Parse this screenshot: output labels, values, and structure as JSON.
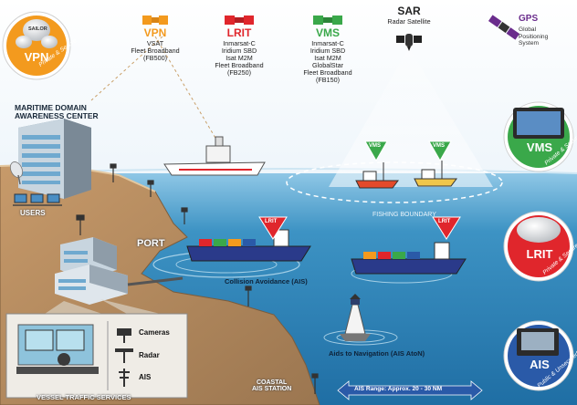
{
  "satellites": {
    "vpn": {
      "title": "VPN",
      "lines": [
        "VSAT",
        "Fleet Broadband",
        "(FB500)"
      ],
      "color": "#f39a1e"
    },
    "lrit": {
      "title": "LRIT",
      "lines": [
        "Inmarsat-C",
        "Iridium SBD",
        "Isat M2M",
        "Fleet Broadband",
        "(FB250)"
      ],
      "color": "#e0262c"
    },
    "vms": {
      "title": "VMS",
      "lines": [
        "Inmarsat-C",
        "Iridium SBD",
        "Isat M2M",
        "GlobalStar",
        "Fleet Broadband",
        "(FB150)"
      ],
      "color": "#3aa84a"
    },
    "sar": {
      "title": "SAR",
      "lines": [
        "Radar Satellite"
      ],
      "color": "#222222"
    },
    "gps": {
      "title": "GPS",
      "lines": [
        "Global",
        "Positioning",
        "System"
      ],
      "color": "#6a2c8c"
    }
  },
  "badges": {
    "vpn": {
      "title": "VPN",
      "subtitle": "Private & Secure",
      "device_text": "SAILOR",
      "color": "#f39a1e"
    },
    "vms": {
      "title": "VMS",
      "subtitle": "Private & Secure",
      "color": "#3aa84a"
    },
    "lrit": {
      "title": "LRIT",
      "subtitle": "Private & Secure",
      "color": "#e0262c"
    },
    "ais": {
      "title": "AIS",
      "subtitle": "Public & Unsecured",
      "color": "#2a5aa8"
    }
  },
  "labels": {
    "mdac": [
      "MARITIME DOMAIN",
      "AWARENESS CENTER"
    ],
    "users": "USERS",
    "port": "PORT",
    "fishing_boundary": "FISHING BOUNDARY",
    "collision": "Collision Avoidance (AIS)",
    "aids": "Aids to Navigation (AIS AtoN)",
    "vts": "VESSEL TRAFFIC SERVICES",
    "coastal": [
      "COASTAL",
      "AIS STATION"
    ],
    "ais_range": "AIS Range: Approx. 20 - 30 NM"
  },
  "vessel_pins": {
    "vms": "VMS",
    "lrit": "LRIT"
  },
  "vts_items": {
    "cameras": "Cameras",
    "radar": "Radar",
    "ais": "AIS"
  },
  "colors": {
    "sky_top": "#ffffff",
    "sky_bottom": "#dcebf6",
    "sea": "#2f84b7",
    "land": "#b08a5f"
  }
}
